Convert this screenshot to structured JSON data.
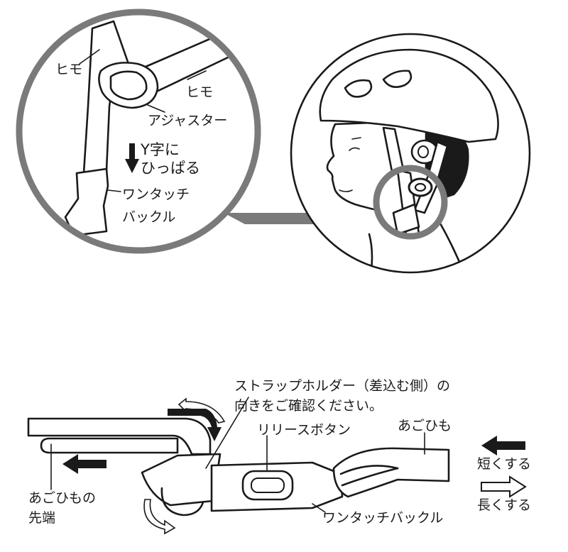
{
  "top_figure": {
    "labels": {
      "himo_left": "ヒモ",
      "himo_right": "ヒモ",
      "adjuster": "アジャスター",
      "pull_line1": "Y字に",
      "pull_line2": "ひっぱる",
      "buckle_line1": "ワンタッチ",
      "buckle_line2": "バックル"
    },
    "colors": {
      "ring": "#7a7a7a",
      "line": "#1a1a1a",
      "fill": "#ffffff"
    }
  },
  "bottom_figure": {
    "labels": {
      "holder_line1": "ストラップホルダー（差込む側）の",
      "holder_line2": "向きをご確認ください。",
      "release_button": "リリースボタン",
      "chin_strap": "あごひも",
      "shorten": "短くする",
      "lengthen": "長くする",
      "strap_end_line1": "あごひもの",
      "strap_end_line2": "先端",
      "buckle": "ワンタッチバックル"
    }
  }
}
